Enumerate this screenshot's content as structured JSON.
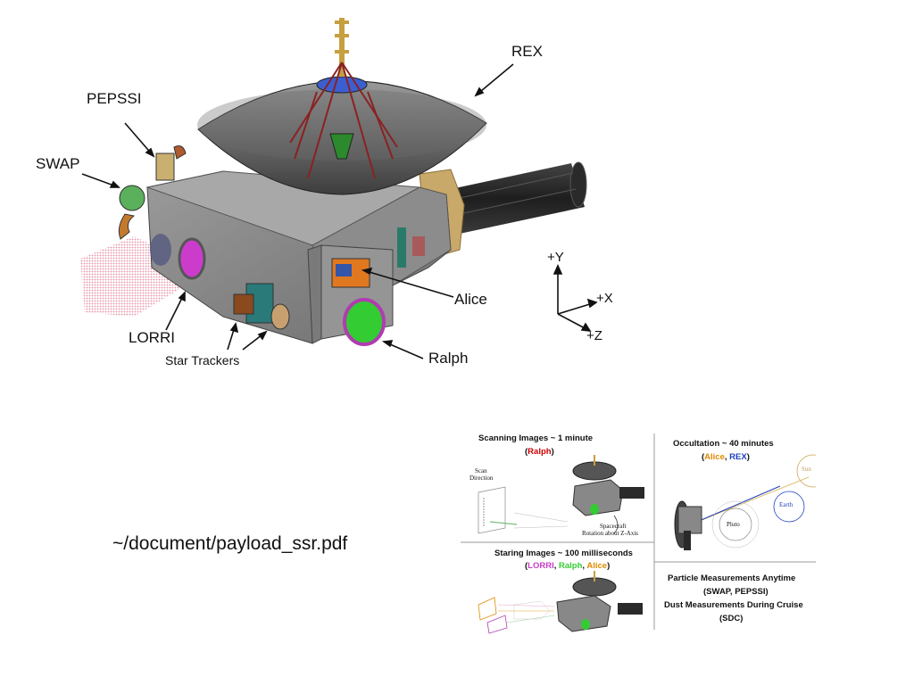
{
  "diagram": {
    "labels": {
      "rex": "REX",
      "pepssi": "PEPSSI",
      "swap": "SWAP",
      "alice": "Alice",
      "lorri": "LORRI",
      "star_trackers": "Star Trackers",
      "ralph": "Ralph"
    },
    "axes": {
      "y": "+Y",
      "x": "+X",
      "z": "+Z"
    },
    "caption": "~/document/payload_ssr.pdf"
  },
  "panel": {
    "scanning": {
      "title": "Scanning Images ~ 1 minute",
      "paren_open": "(",
      "inst": "Ralph",
      "paren_close": ")"
    },
    "scan_direction_1": "Scan",
    "scan_direction_2": "Direction",
    "spacecraft_rotation_1": "Spacecraft",
    "spacecraft_rotation_2": "Rotation about Z-Axis",
    "occultation": {
      "title": "Occultation ~ 40 minutes",
      "inst1": "Alice",
      "sep": ", ",
      "inst2": "REX"
    },
    "sun": "Sun",
    "earth": "Earth",
    "pluto": "Pluto",
    "staring": {
      "title": "Staring Images ~ 100 milliseconds",
      "inst1": "LORRI",
      "inst2": "Ralph",
      "inst3": "Alice"
    },
    "particle": {
      "line1": "Particle Measurements Anytime",
      "line2": "(SWAP, PEPSSI)",
      "line3": "Dust Measurements During Cruise",
      "line4": "(SDC)"
    }
  },
  "colors": {
    "ralph": "#cc0000",
    "alice": "#e08a00",
    "rex": "#1f3fbf",
    "lorri": "#c83cc8",
    "ralph_green": "#33cc33",
    "alice_orange": "#e08a00"
  }
}
